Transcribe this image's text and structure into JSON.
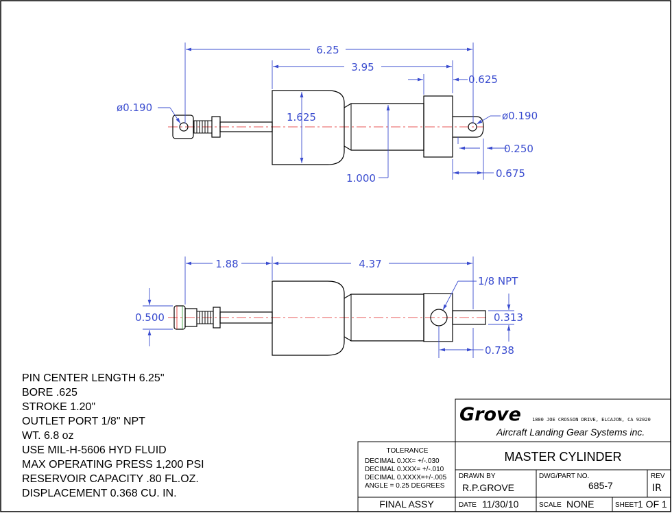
{
  "dimensions": {
    "pin_center_length": "6.25",
    "body_length": "3.95",
    "cap_width": "0.625",
    "left_pin_dia": "ø0.190",
    "body_dia": "1.625",
    "right_pin_dia": "ø0.190",
    "tube_dia": "1.000",
    "rod_width": "0.250",
    "rod_length": "0.675",
    "rod_offset": "1.88",
    "body_to_pin": "4.37",
    "outlet_port": "1/8 NPT",
    "clevis_width": "0.500",
    "rod_dia": "0.313",
    "port_offset": "0.738"
  },
  "specs": [
    "PIN CENTER LENGTH 6.25\"",
    "BORE .625",
    "STROKE 1.20\"",
    "OUTLET PORT 1/8\" NPT",
    "WT. 6.8 oz",
    "USE MIL-H-5606 HYD FLUID",
    "MAX OPERATING PRESS 1,200 PSI",
    "RESERVOIR CAPACITY .80 FL.OZ.",
    "DISPLACEMENT 0.368 CU. IN."
  ],
  "title_block": {
    "company": "Grove",
    "address": "1800 JOE CROSSON DRIVE, ELCAJON, CA 92020",
    "subtitle": "Aircraft Landing Gear Systems inc.",
    "tolerance_title": "TOLERANCE",
    "tolerance_lines": [
      "DECIMAL 0.XX=  +/-.030",
      "DECIMAL 0.XXX= +/-.010",
      "DECIMAL 0.XXXX=+/-.005",
      "ANGLE = 0.25 DEGREES"
    ],
    "drawing_title": "MASTER CYLINDER",
    "drawn_by_label": "DRAWN BY",
    "drawn_by": "R.P.GROVE",
    "part_no_label": "DWG/PART NO.",
    "part_no": "685-7",
    "rev_label": "REV",
    "rev": "IR",
    "assembly": "FINAL ASSY",
    "date_label": "DATE",
    "date": "11/30/10",
    "scale_label": "SCALE",
    "scale": "NONE",
    "sheet_label": "SHEET",
    "sheet": "1 OF 1"
  },
  "colors": {
    "dimension": "#3a4ccf",
    "centerline": "#e02020",
    "outline": "#000000"
  }
}
